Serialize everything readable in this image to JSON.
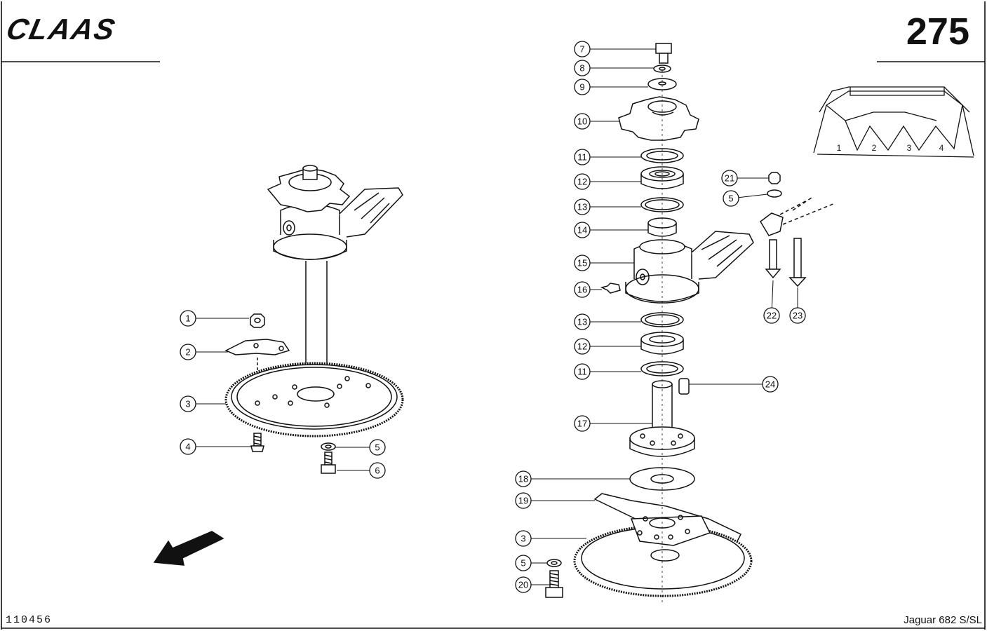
{
  "header": {
    "brand": "CLAAS",
    "page_number": "275"
  },
  "footer": {
    "document_number": "110456",
    "model": "Jaguar 682 S/SL"
  },
  "inset": {
    "row_labels": [
      "1",
      "2",
      "3",
      "4"
    ]
  },
  "callouts": {
    "left": [
      "1",
      "2",
      "3",
      "4",
      "5",
      "6"
    ],
    "right": [
      "7",
      "8",
      "9",
      "10",
      "11",
      "12",
      "13",
      "14",
      "15",
      "16",
      "13",
      "12",
      "11",
      "17",
      "18",
      "19",
      "3",
      "5",
      "20"
    ],
    "side": [
      "21",
      "5",
      "22",
      "23",
      "24"
    ]
  }
}
